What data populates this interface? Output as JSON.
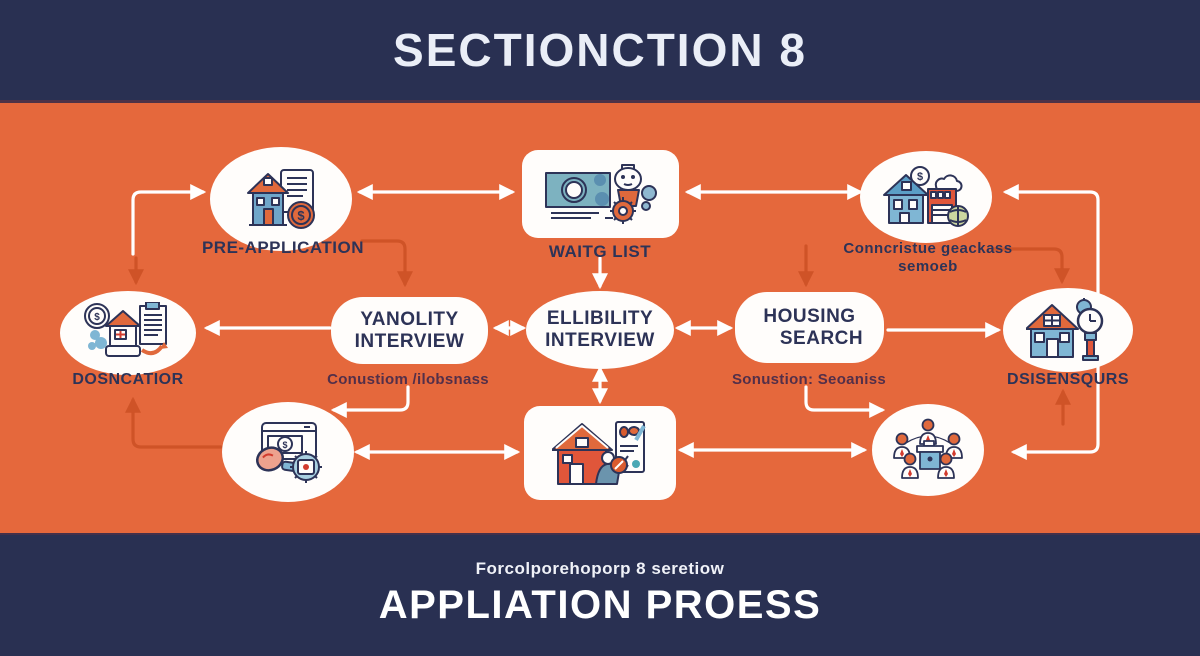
{
  "header": {
    "title": "SECTIONCTION 8"
  },
  "footer": {
    "kicker": "Forcolporehoporp 8 seretiow",
    "title": "APPLIATION PROESS"
  },
  "colors": {
    "band_navy": "#293052",
    "body_orange": "#e5683c",
    "node_white": "#fffdfb",
    "label_navy": "#2d3357",
    "sublabel_plum": "#532f49",
    "arrow_white": "#ffffff",
    "arrow_orange": "#cf5327",
    "icon_blue": "#6fa6c9",
    "icon_light_blue": "#a8cfe0",
    "icon_teal": "#7db2c0",
    "icon_orange": "#e0693c",
    "icon_red": "#d23b2e"
  },
  "flow": {
    "preApplication": {
      "label": "PRE-APPLICATION",
      "icon": "house-document-coin-icon"
    },
    "waitgList": {
      "label": "WAITG LIST",
      "icon": "banknote-robot-gear-icon"
    },
    "conncristue": {
      "label1": "Conncristue geackass",
      "label2": "semoeb",
      "icon": "two-houses-coin-icon"
    },
    "dosncatior": {
      "label": "DOSNCATIOR",
      "icon": "dollar-badge-house-clipboard-icon"
    },
    "yanolity": {
      "line1": "YANOLITY",
      "line2": "INTERVIEW",
      "sublabel": "Conustiom /ilobsnass"
    },
    "ellibility": {
      "line1": "ELLIBILITY",
      "line2": "INTERVIEW"
    },
    "housing": {
      "line1": "HOUSING",
      "line2": "SEARCH",
      "sublabel": "Sonustion: Seoaniss"
    },
    "dsisensqurs": {
      "label": "DSISENSQURS",
      "icon": "house-street-clock-icon"
    },
    "paymentSearch": {
      "icon": "browser-banknote-magnifier-gear-icon"
    },
    "inspection": {
      "icon": "house-person-checklist-icon"
    },
    "committee": {
      "icon": "people-around-table-icon"
    }
  }
}
